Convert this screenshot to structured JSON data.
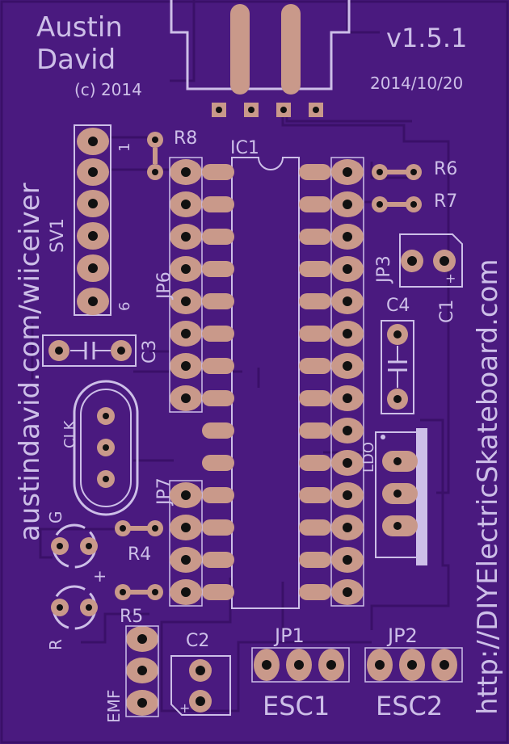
{
  "board": {
    "author_line1": "Austin",
    "author_line2": "David",
    "copyright": "(c) 2014",
    "version": "v1.5.1",
    "date": "2014/10/20",
    "url_left": "austindavid.com/wiiceiver",
    "url_right": "http://DIYElectricSkateboard.com"
  },
  "components": {
    "r8": "R8",
    "ic1": "IC1",
    "r6": "R6",
    "r7": "R7",
    "sv1": "SV1",
    "sv1_pin1": "1",
    "sv1_pin6": "6",
    "jp6": "JP6",
    "jp3": "JP3",
    "c4": "C4",
    "c1": "C1",
    "c1_plus": "+",
    "c3": "C3",
    "clk": "CLK",
    "ldo": "LDO",
    "jp7": "JP7",
    "r4": "R4",
    "r5": "R5",
    "led_g": "G",
    "led_r": "R",
    "led_plus": "+",
    "c2": "C2",
    "c2_plus": "+",
    "emf": "EMF",
    "jp1": "JP1",
    "jp2": "JP2",
    "esc1": "ESC1",
    "esc2": "ESC2"
  },
  "colors": {
    "board": "#4a1a7f",
    "trace": "#5c2d95",
    "pad": "#c9998a",
    "silk": "#cdbfe8",
    "hole": "#111111"
  }
}
